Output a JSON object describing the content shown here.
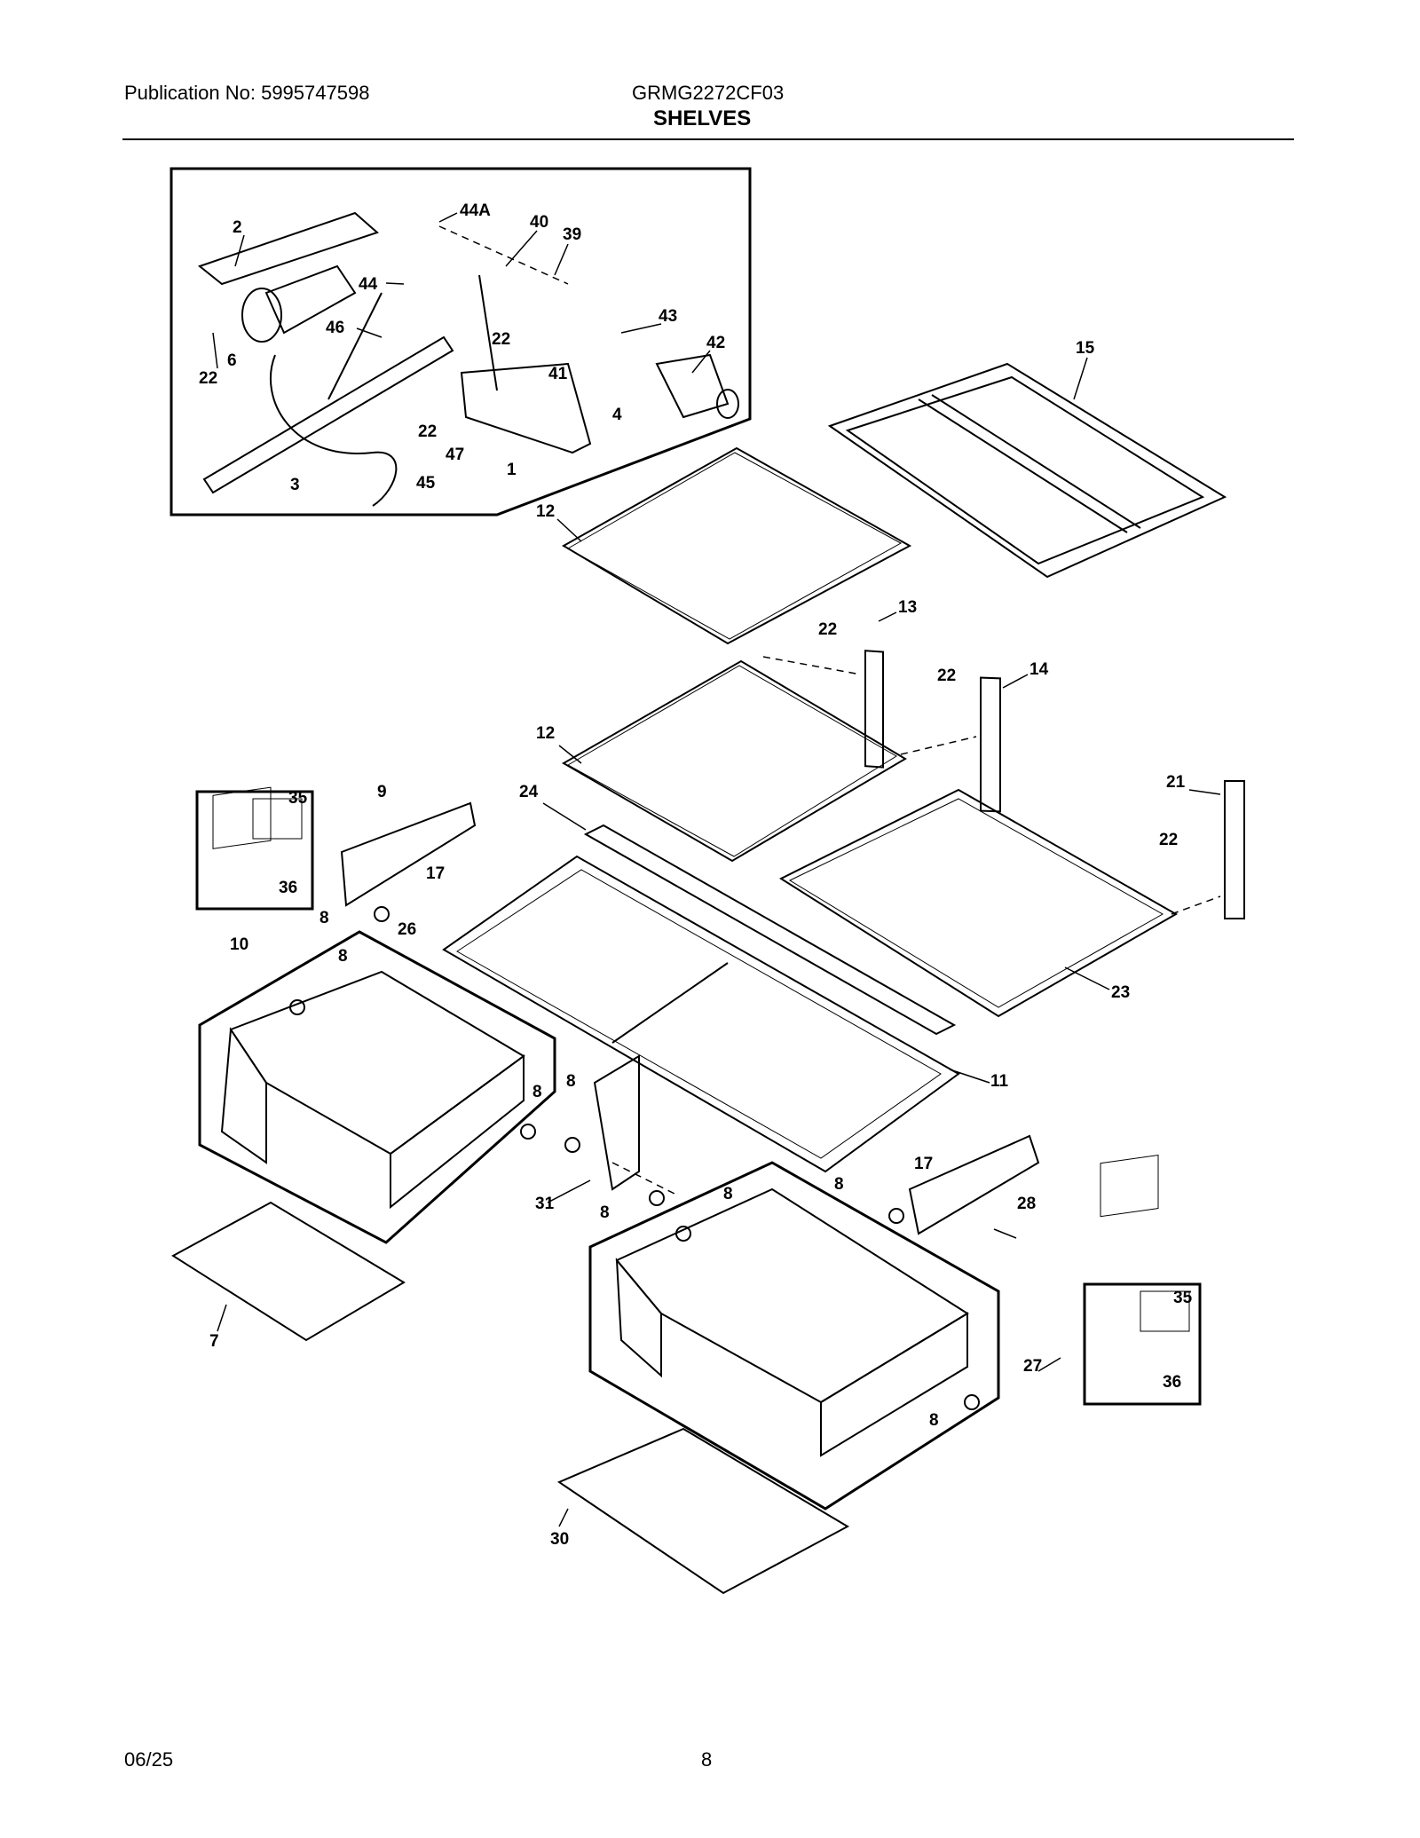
{
  "header": {
    "publication": "Publication No: 5995747598",
    "model": "GRMG2272CF03",
    "title": "SHELVES"
  },
  "footer": {
    "date": "06/25",
    "page_number": "8"
  },
  "callouts": {
    "c44a": "44A",
    "c40": "40",
    "c39": "39",
    "c2": "2",
    "c44": "44",
    "c43": "43",
    "c42": "42",
    "c46": "46",
    "c22a": "22",
    "c6": "6",
    "c22b": "22",
    "c41": "41",
    "c4": "4",
    "c22c": "22",
    "c47": "47",
    "c1": "1",
    "c3": "3",
    "c45": "45",
    "c15": "15",
    "c12a": "12",
    "c13": "13",
    "c22d": "22",
    "c14": "14",
    "c22e": "22",
    "c12b": "12",
    "c21": "21",
    "c22f": "22",
    "c35a": "35",
    "c36a": "36",
    "c9": "9",
    "c24": "24",
    "c17a": "17",
    "c8a": "8",
    "c26": "26",
    "c10": "10",
    "c8b": "8",
    "c23": "23",
    "c8c": "8",
    "c8d": "8",
    "c11": "11",
    "c31": "31",
    "c8e": "8",
    "c17b": "17",
    "c8f": "8",
    "c28": "28",
    "c8g": "8",
    "c35b": "35",
    "c27": "27",
    "c36b": "36",
    "c7": "7",
    "c8h": "8",
    "c30": "30"
  }
}
